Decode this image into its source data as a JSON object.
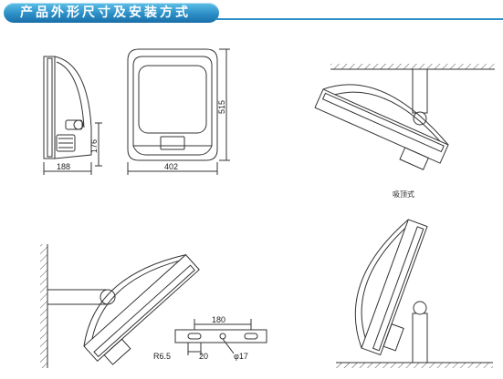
{
  "header": {
    "title": "产品外形尺寸及安装方式"
  },
  "dimensions": {
    "side_depth": "188",
    "side_bracket_height": "176",
    "front_width": "402",
    "front_height": "515",
    "bracket_length": "180",
    "bracket_offset": "20",
    "bracket_radius": "R6.5",
    "bracket_hole": "φ17"
  },
  "captions": {
    "ceiling_mount": "吸顶式"
  },
  "colors": {
    "banner": "#2c8fc7",
    "line": "#333333"
  }
}
